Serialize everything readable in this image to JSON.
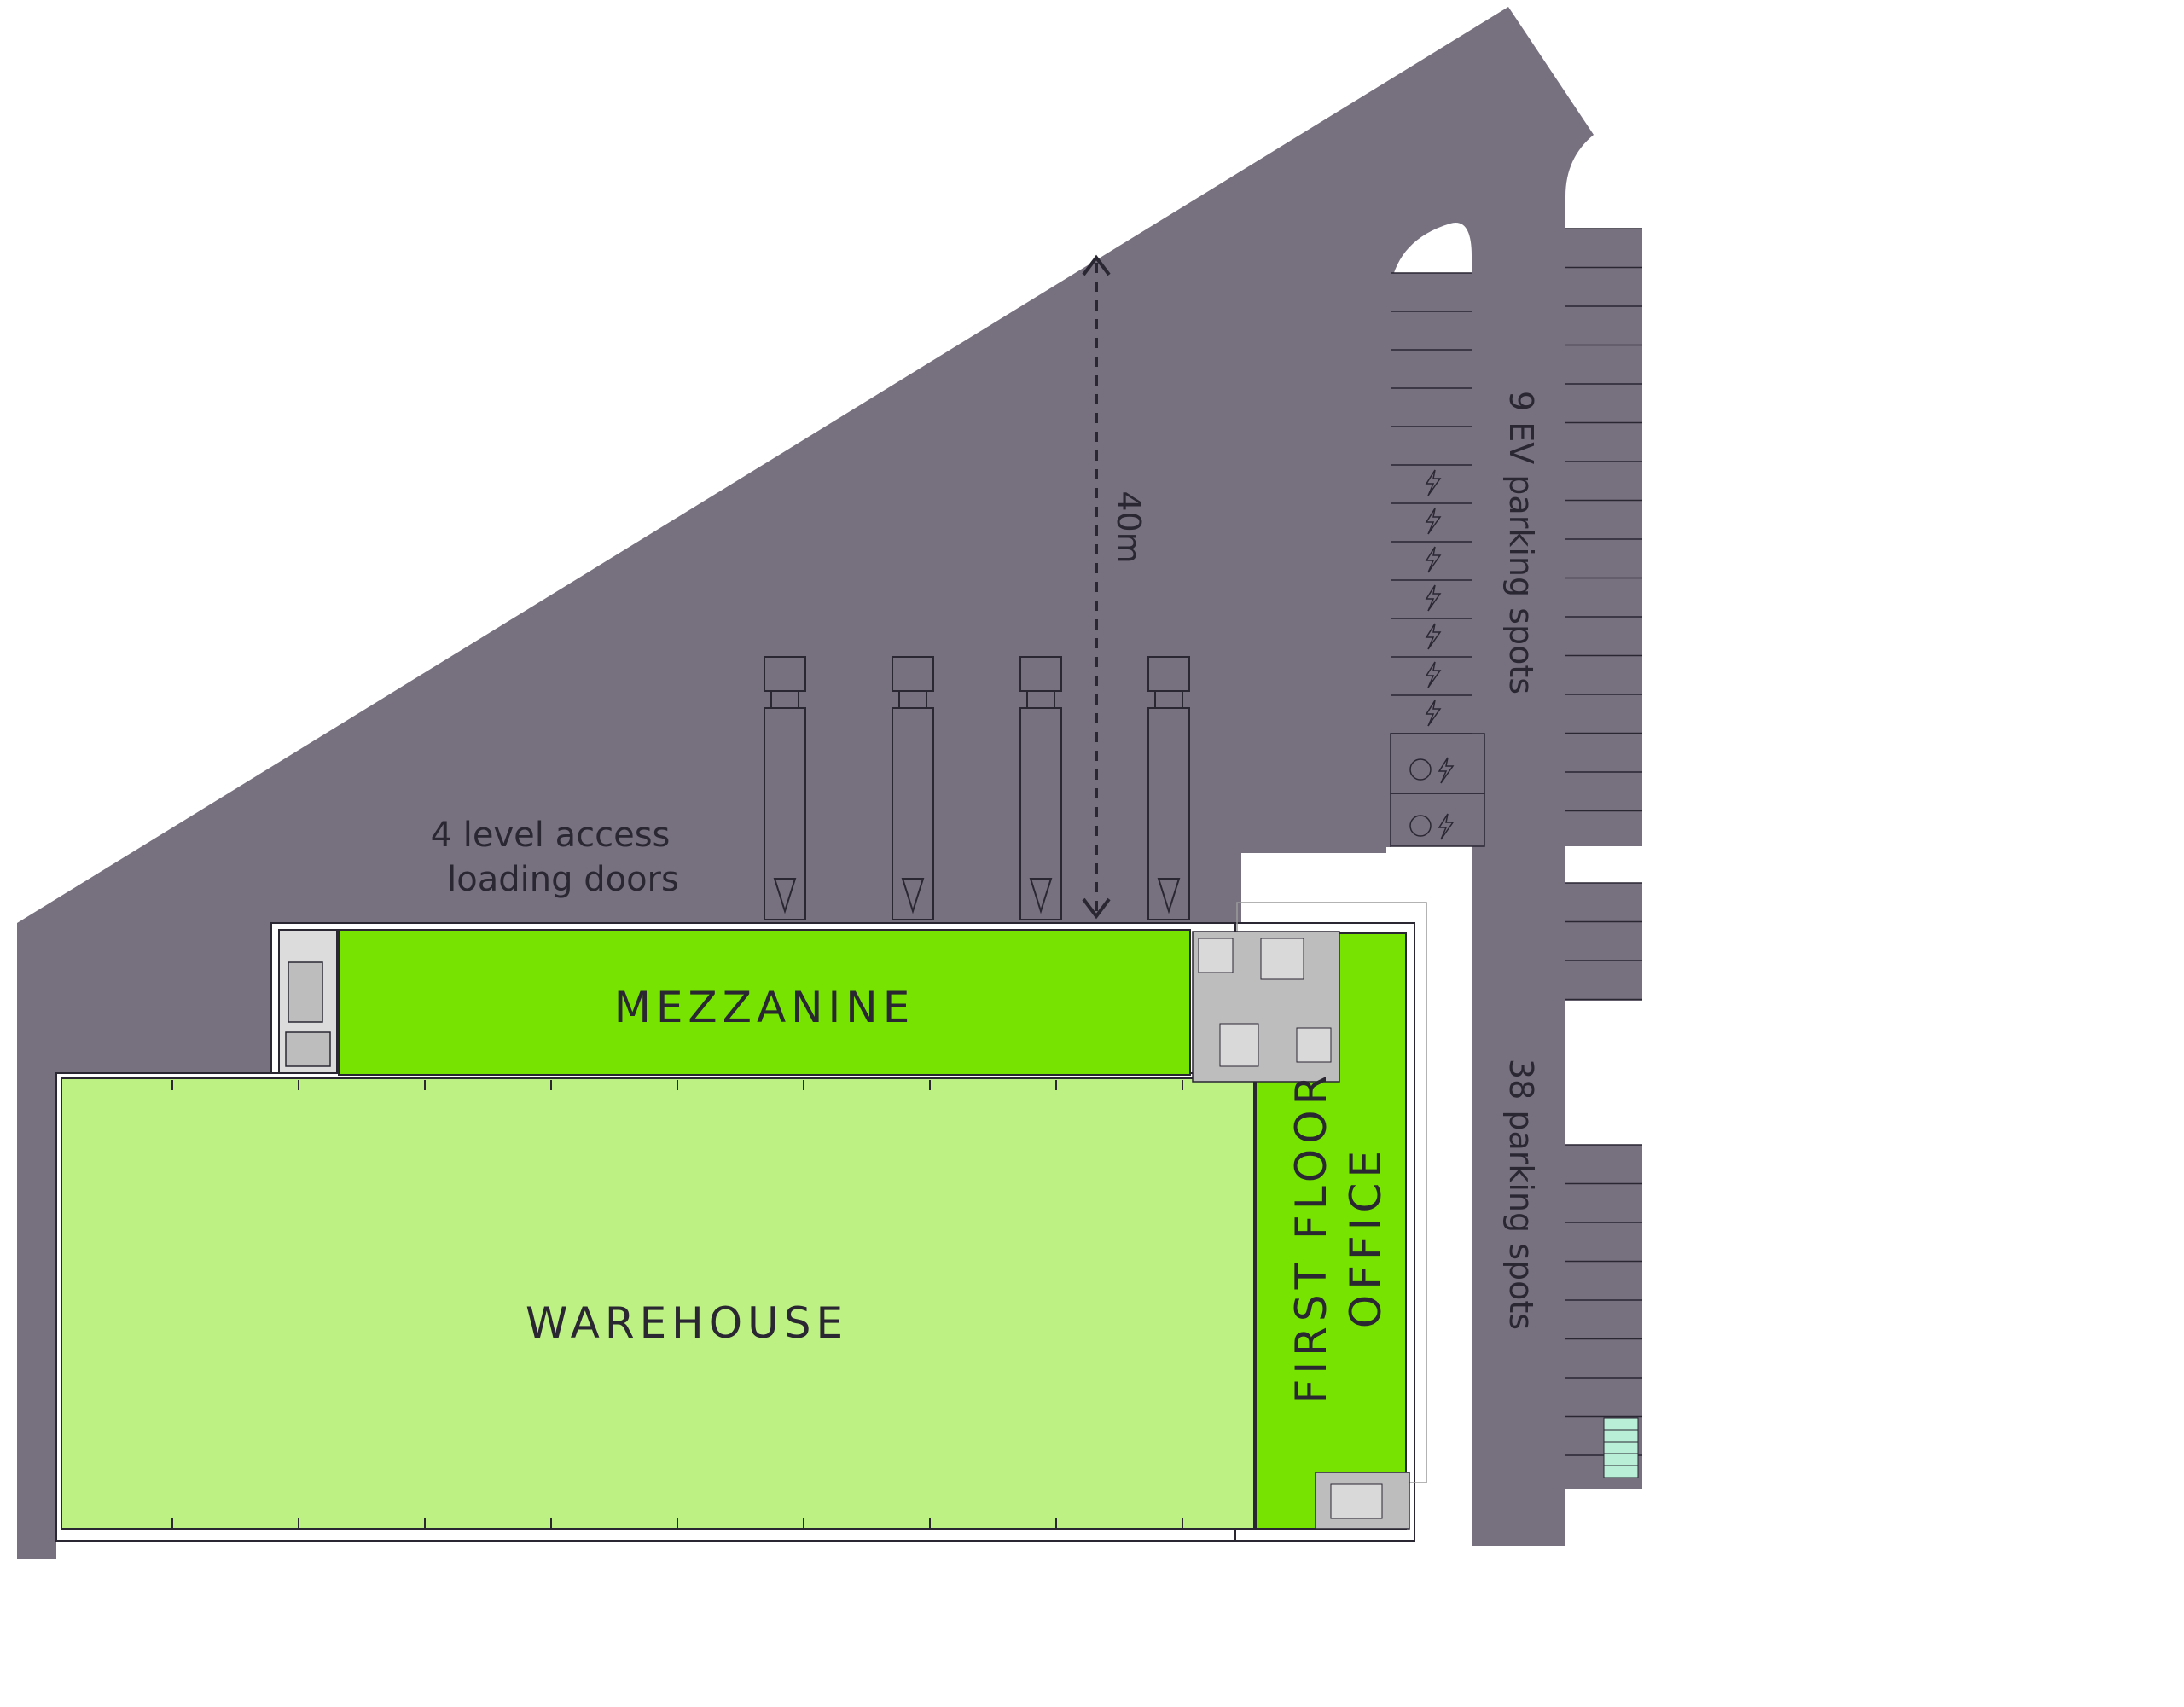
{
  "labels": {
    "warehouse": "WAREHOUSE",
    "mezzanine": "MEZZANINE",
    "office_line1": "FIRST FLOOR",
    "office_line2": "OFFICE",
    "loading_line1": "4 level access",
    "loading_line2": "loading doors",
    "dimension": "40m",
    "ev_parking": "9 EV parking spots",
    "parking": "38 parking spots"
  },
  "icons": {
    "ev": "lightning-bolt-icon",
    "accessible": "wheelchair-icon",
    "loading_door": "triangle-marker-icon"
  },
  "colors": {
    "yard": "#77707f",
    "warehouse": "#bdf184",
    "mezzanine": "#76e400",
    "office": "#76e400",
    "service": "#bdbdbd",
    "text": "#2a2632",
    "bike": "#b9efd6"
  }
}
